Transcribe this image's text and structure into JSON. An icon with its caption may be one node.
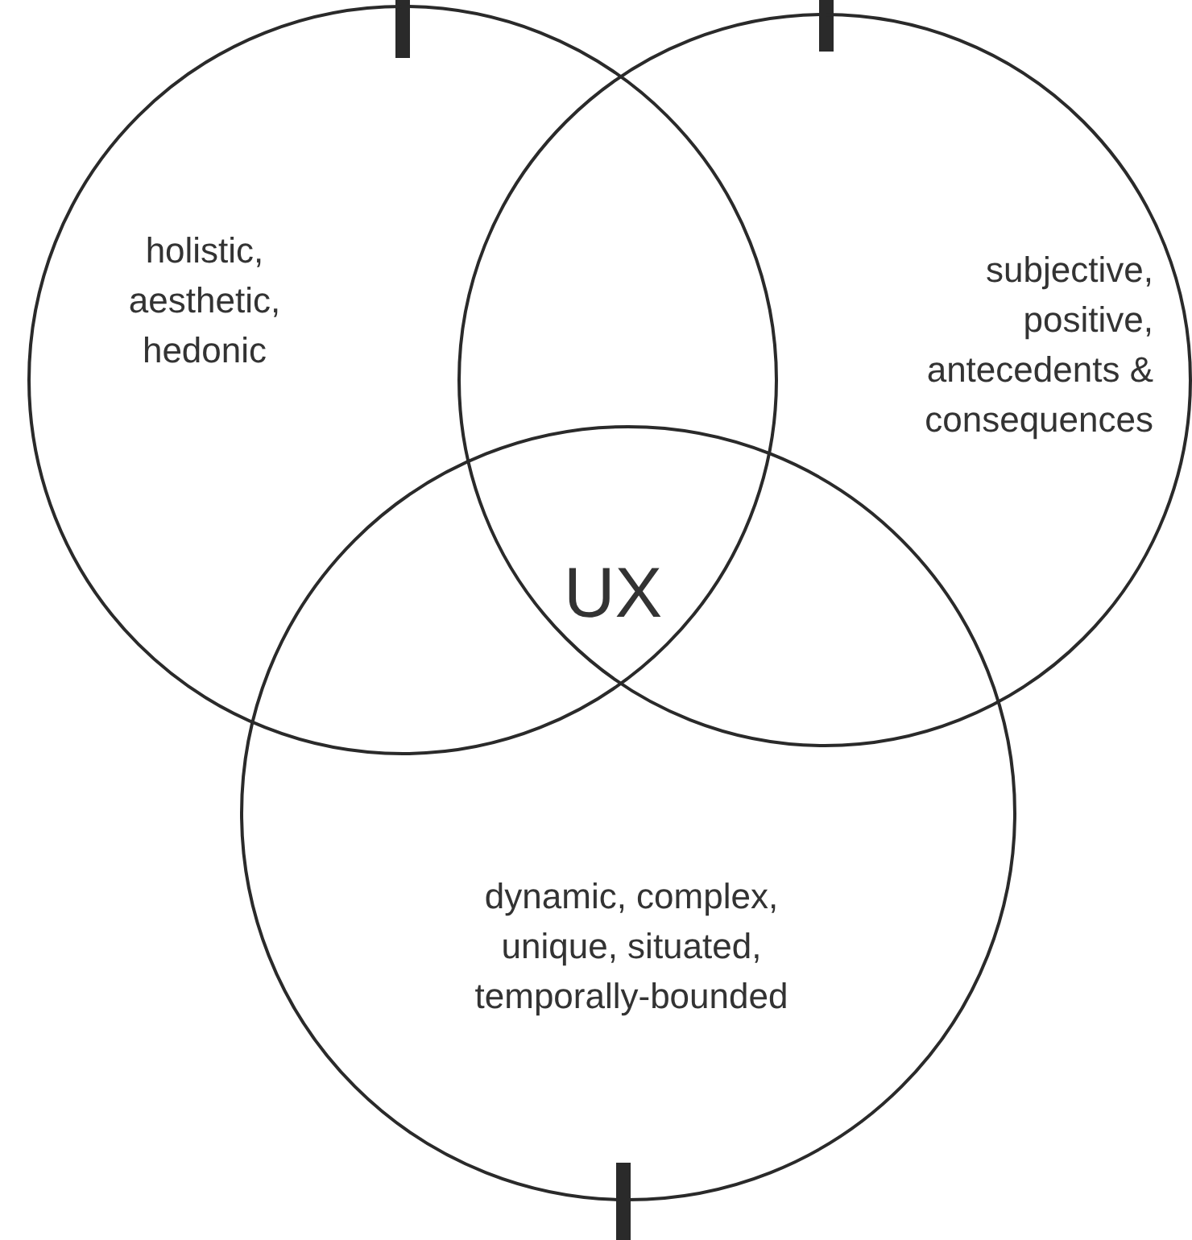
{
  "diagram": {
    "nodes": [
      {
        "text": [
          "holistic, aesthetic, hedonic"
        ]
      },
      {
        "text": [
          "subjective, positive, antecedents & consequences"
        ]
      },
      {
        "text": [
          "dynamic, complex, unique, situated, temporally-bounded"
        ]
      }
    ],
    "labels": [
      "UX"
    ]
  }
}
